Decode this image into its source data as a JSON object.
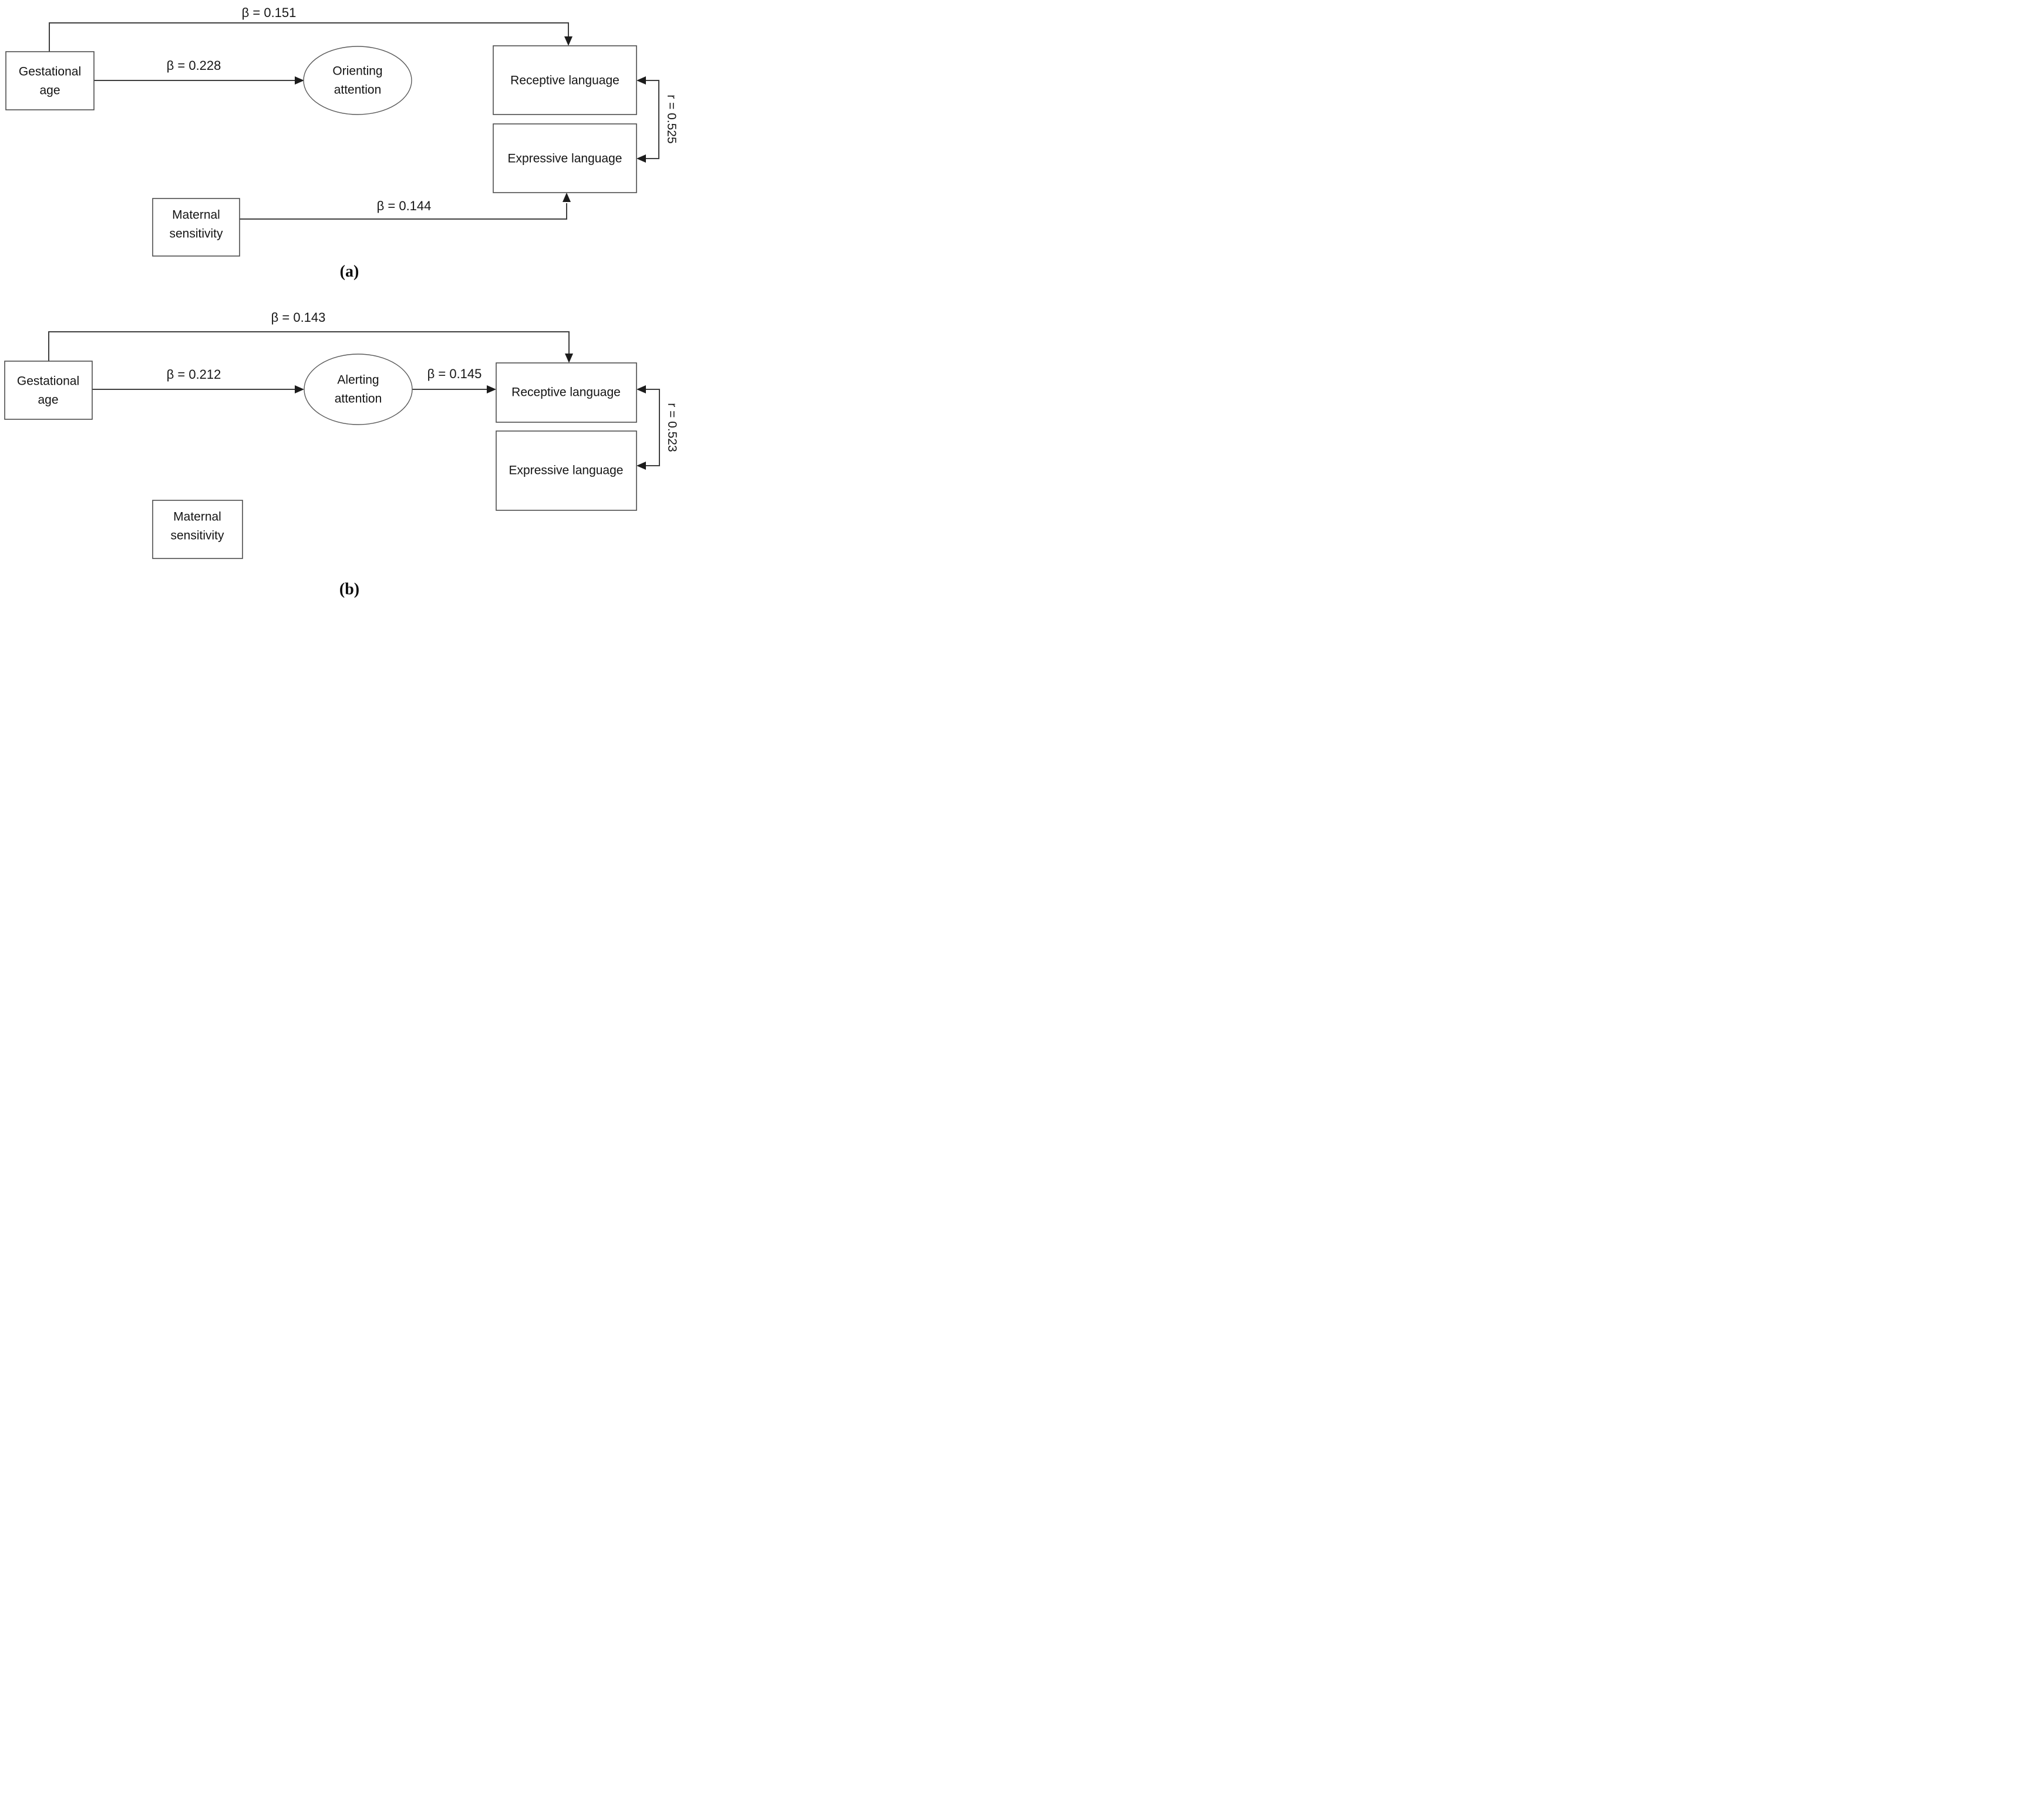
{
  "figure": {
    "background": "#ffffff",
    "line_color": "#3f3f3f",
    "panels": [
      {
        "caption": "(a)",
        "nodes": {
          "gestational_age": "Gestational age",
          "attention": "Orienting attention",
          "receptive": "Receptive language",
          "expressive": "Expressive language",
          "maternal": "Maternal sensitivity"
        },
        "coefficients": {
          "ga_receptive": "β = 0.151",
          "ga_attention": "β = 0.228",
          "maternal_expressive": "β = 0.144",
          "receptive_expressive": "r = 0.525"
        }
      },
      {
        "caption": "(b)",
        "nodes": {
          "gestational_age": "Gestational age",
          "attention": "Alerting attention",
          "receptive": "Receptive language",
          "expressive": "Expressive language",
          "maternal": "Maternal sensitivity"
        },
        "coefficients": {
          "ga_receptive": "β = 0.143",
          "ga_attention": "β = 0.212",
          "attention_receptive": "β = 0.145",
          "receptive_expressive": "r = 0.523"
        }
      }
    ]
  }
}
